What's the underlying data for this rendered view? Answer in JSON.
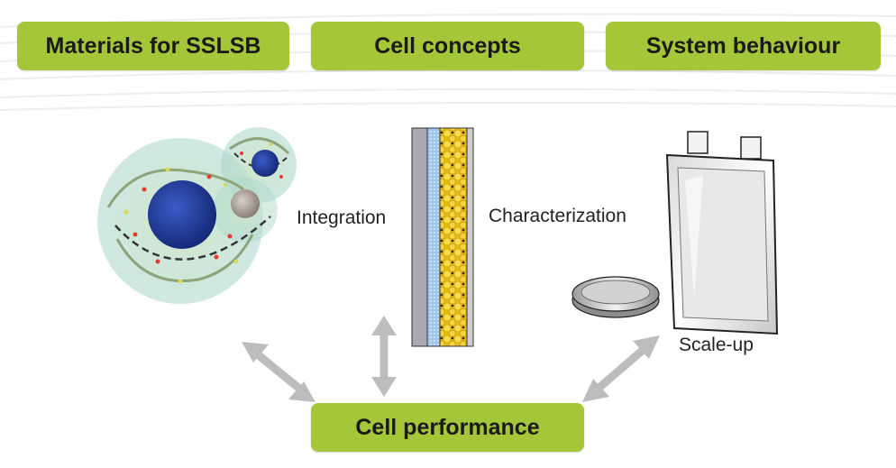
{
  "headers": {
    "materials": "Materials for SSLSB",
    "cell_concepts": "Cell concepts",
    "system_behaviour": "System behaviour"
  },
  "labels": {
    "integration": "Integration",
    "characterization": "Characterization",
    "scale_up": "Scale-up"
  },
  "footer": {
    "cell_performance": "Cell performance"
  },
  "colors": {
    "accent_green": "#a4c639",
    "arrow_gray": "#bdbdbd",
    "particle_yellow": "#f5d53a",
    "molecule_blue": "#1f3d9e"
  },
  "icons": {
    "material": "molecular-particle-illustration",
    "cell": "cell-layer-cross-section",
    "coin": "coin-cell-icon",
    "pouch": "pouch-cell-icon"
  }
}
